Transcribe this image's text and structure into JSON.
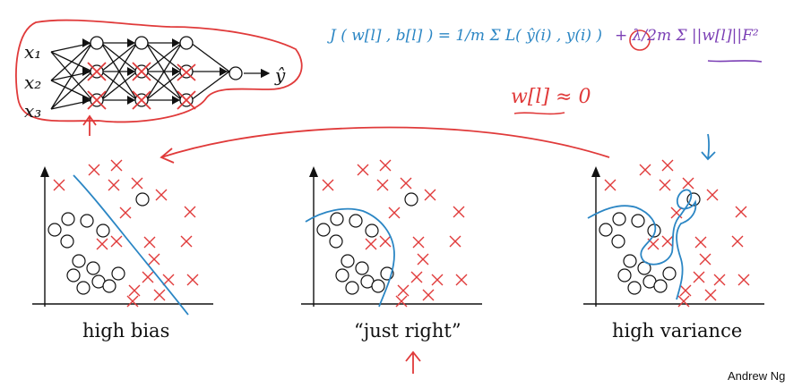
{
  "network": {
    "inputs": [
      "x₁",
      "x₂",
      "x₃"
    ],
    "output": "ŷ"
  },
  "equation": {
    "cost": "J ( w[l] , b[l] ) = 1/m Σ L( ŷ(i) , y(i) )",
    "regularizer": "+ λ/2m Σ ||w[l]||F²",
    "weights_note": "w[l] ≈ 0"
  },
  "plots": [
    {
      "caption": "high bias"
    },
    {
      "caption": "“just right”"
    },
    {
      "caption": "high variance"
    }
  ],
  "credit": "Andrew Ng",
  "colors": {
    "red": "#e03a3a",
    "blue": "#2b86c4",
    "purple": "#7b3fb5",
    "ink": "#111111"
  }
}
